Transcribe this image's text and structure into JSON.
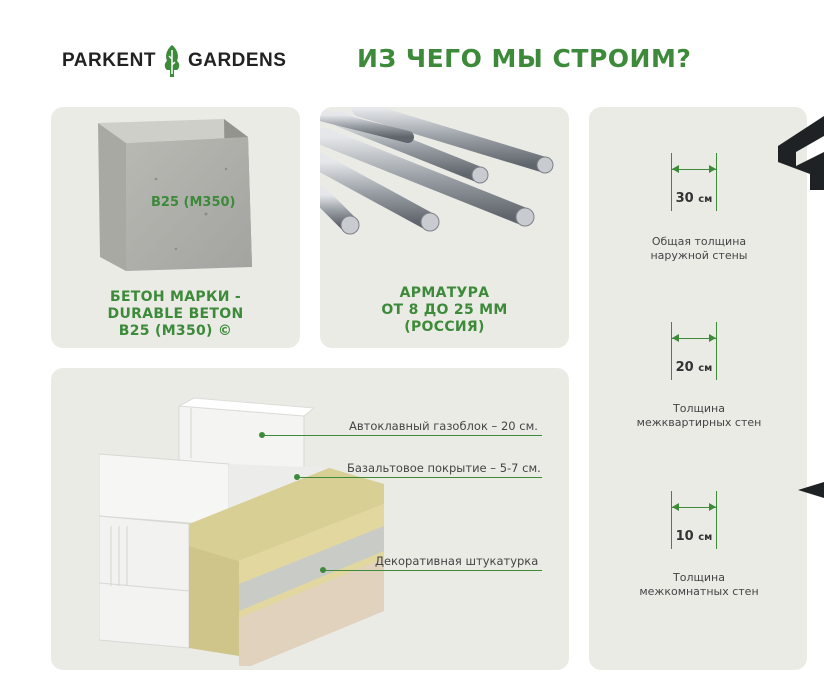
{
  "logo": {
    "left": "PARKENT",
    "right": "GARDENS"
  },
  "headline": "ИЗ ЧЕГО МЫ СТРОИМ?",
  "concrete": {
    "cube_label": "B25 (M350)",
    "caption": [
      "БЕТОН МАРКИ -",
      "DURABLE BETON",
      "B25 (M350) ©"
    ]
  },
  "rebar": {
    "caption": [
      "АРМАТУРА",
      "ОТ 8 ДО 25 ММ",
      "(РОССИЯ)"
    ]
  },
  "wall": {
    "labels": [
      "Автоклавный газоблок – 20 см.",
      "Базальтовое покрытие – 5-7 см.",
      "Декоративная штукатурка"
    ]
  },
  "thickness": [
    {
      "value": "30",
      "unit": "см",
      "lines": [
        "Общая толщина",
        "наружной стены"
      ]
    },
    {
      "value": "20",
      "unit": "см",
      "lines": [
        "Толщина",
        "межквартирных стен"
      ]
    },
    {
      "value": "10",
      "unit": "см",
      "lines": [
        "Толщина",
        "межкомнатных стен"
      ]
    }
  ],
  "colors": {
    "accent": "#3c8a3a",
    "card": "#ebebe6"
  }
}
